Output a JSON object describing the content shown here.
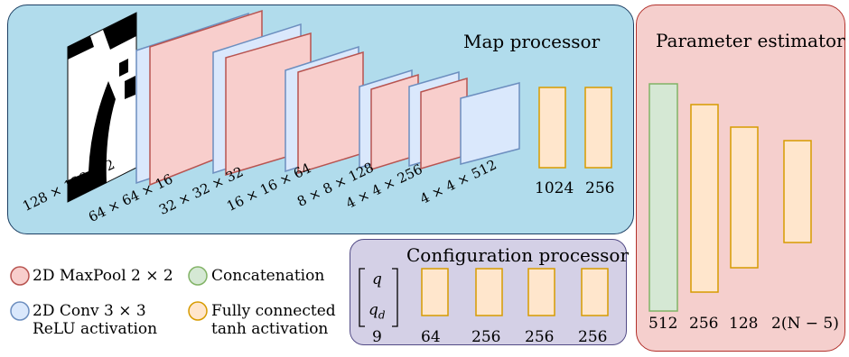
{
  "map_processor": {
    "title": "Map processor",
    "layer_labels": [
      "128 × 128 × 2",
      "64 × 64 × 16",
      "32 × 32 × 32",
      "16 × 16 × 64",
      "8 × 8 × 128",
      "4 × 4 × 256",
      "4 × 4 × 512"
    ],
    "fc_labels": [
      "1024",
      "256"
    ]
  },
  "parameter_estimator": {
    "title": "Parameter estimator",
    "labels": [
      "512",
      "256",
      "128",
      "2(N − 5)"
    ]
  },
  "configuration_processor": {
    "title": "Configuration processor",
    "vector_entries": [
      "q",
      "q_d"
    ],
    "vector_label": "9",
    "fc_labels": [
      "64",
      "256",
      "256",
      "256"
    ]
  },
  "legend": {
    "maxpool": "2D MaxPool 2 × 2",
    "concatenation": "Concatenation",
    "conv_line1": "2D Conv 3 × 3",
    "conv_line2": "ReLU activation",
    "fc_line1": "Fully connected",
    "fc_line2": "tanh activation"
  },
  "colors": {
    "maxpool_fill": "#f8cecc",
    "maxpool_stroke": "#b85450",
    "conv_fill": "#dae8fc",
    "conv_stroke": "#6c8ebf",
    "fc_fill": "#ffe6cc",
    "fc_stroke": "#d79b00",
    "concat_fill": "#d5e8d4",
    "concat_stroke": "#82b366"
  }
}
